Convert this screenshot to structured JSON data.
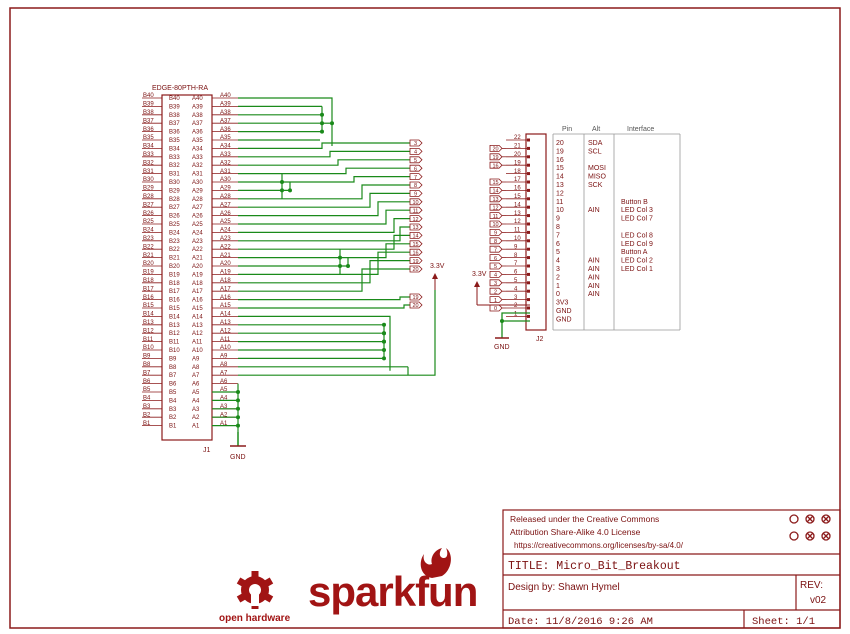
{
  "connector_j1": {
    "part": "EDGE-80PTH-RA",
    "ref": "J1",
    "gnd_label": "GND",
    "supply_label": "3.3V",
    "b_pins": [
      "B40",
      "B39",
      "B38",
      "B37",
      "B36",
      "B35",
      "B34",
      "B33",
      "B32",
      "B31",
      "B30",
      "B29",
      "B28",
      "B27",
      "B26",
      "B25",
      "B24",
      "B23",
      "B22",
      "B21",
      "B20",
      "B19",
      "B18",
      "B17",
      "B16",
      "B15",
      "B14",
      "B13",
      "B12",
      "B11",
      "B10",
      "B9",
      "B8",
      "B7",
      "B6",
      "B5",
      "B4",
      "B3",
      "B2",
      "B1"
    ],
    "a_pins": [
      "A40",
      "A39",
      "A38",
      "A37",
      "A36",
      "A35",
      "A34",
      "A33",
      "A32",
      "A31",
      "A30",
      "A29",
      "A28",
      "A27",
      "A26",
      "A25",
      "A24",
      "A23",
      "A22",
      "A21",
      "A20",
      "A19",
      "A18",
      "A17",
      "A16",
      "A15",
      "A14",
      "A13",
      "A12",
      "A11",
      "A10",
      "A9",
      "A8",
      "A7",
      "A6",
      "A5",
      "A4",
      "A3",
      "A2",
      "A1"
    ],
    "net_flags": [
      "3",
      "4",
      "5",
      "6",
      "7",
      "8",
      "9",
      "10",
      "11",
      "12",
      "13",
      "14",
      "15",
      "16",
      "19",
      "20"
    ]
  },
  "connector_j2": {
    "ref": "J2",
    "supply_label": "3.3V",
    "gnd_label": "GND",
    "pin_numbers": [
      "22",
      "21",
      "20",
      "19",
      "18",
      "17",
      "16",
      "15",
      "14",
      "13",
      "12",
      "11",
      "10",
      "9",
      "8",
      "7",
      "6",
      "5",
      "4",
      "3",
      "2",
      "1"
    ],
    "net_flags": [
      "20",
      "19",
      "16",
      "15",
      "14",
      "13",
      "12",
      "11",
      "10",
      "9",
      "8",
      "7",
      "6",
      "5",
      "4",
      "3",
      "2",
      "1",
      "0"
    ]
  },
  "pin_table": {
    "headers": [
      "Pin",
      "Alt",
      "Interface"
    ],
    "pins": [
      "20",
      "19",
      "16",
      "15",
      "14",
      "13",
      "12",
      "11",
      "10",
      "9",
      "8",
      "7",
      "6",
      "5",
      "4",
      "3",
      "2",
      "1",
      "0",
      "3V3",
      "GND",
      "GND"
    ],
    "alt": [
      "SDA",
      "SCL",
      "",
      "MOSI",
      "MISO",
      "SCK",
      "",
      "",
      "AIN",
      "",
      "",
      "",
      "",
      "",
      "AIN",
      "AIN",
      "AIN",
      "AIN",
      "AIN",
      "",
      "",
      ""
    ],
    "interface": [
      "",
      "",
      "",
      "",
      "",
      "",
      "",
      "Button B",
      "LED Col 3",
      "LED Col 7",
      "",
      "LED Col 8",
      "LED Col 9",
      "Button A",
      "LED Col 2",
      "LED Col 1",
      "",
      "",
      "",
      "",
      "",
      ""
    ]
  },
  "title_block": {
    "license_line1": "Released under the Creative Commons",
    "license_line2": "Attribution Share-Alike 4.0 License",
    "license_url": "https://creativecommons.org/licenses/by-sa/4.0/",
    "title": "TITLE: Micro_Bit_Breakout",
    "design_by": "Design by:  Shawn Hymel",
    "rev_label": "REV:",
    "rev_value": "v02",
    "date": "Date: 11/8/2016 9:26 AM",
    "sheet": "Sheet: 1/1"
  },
  "logos": {
    "open_hardware": "open hardware",
    "sparkfun": "sparkfun"
  },
  "colors": {
    "frame": "#8b1a1a",
    "wire": "#1a8a1a",
    "text": "#7a1010",
    "grey": "#888888"
  }
}
